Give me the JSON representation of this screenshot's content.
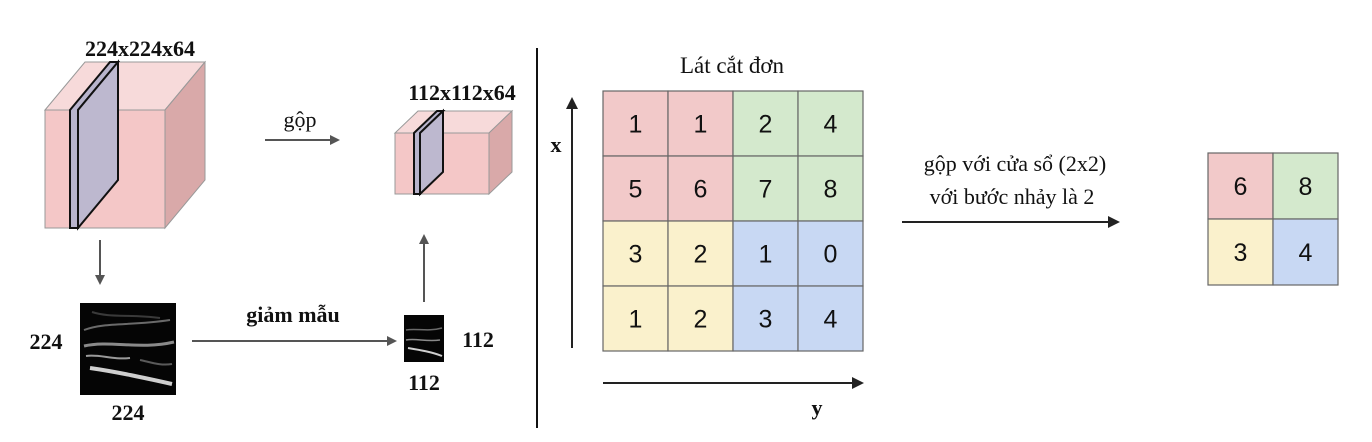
{
  "left_panel": {
    "input_volume_label": "224x224x64",
    "pool_label": "gộp",
    "output_volume_label": "112x112x64",
    "downsample_label": "giảm mẫu",
    "input_slice": {
      "height_label": "224",
      "width_label": "224"
    },
    "output_slice": {
      "height_label": "112",
      "width_label": "112"
    }
  },
  "right_panel": {
    "single_slice_title": "Lát cắt đơn",
    "x_axis_label": "x",
    "y_axis_label": "y",
    "input_matrix": [
      [
        "1",
        "1",
        "2",
        "4"
      ],
      [
        "5",
        "6",
        "7",
        "8"
      ],
      [
        "3",
        "2",
        "1",
        "0"
      ],
      [
        "1",
        "2",
        "3",
        "4"
      ]
    ],
    "pooling_caption_line1": "gộp với cửa sổ (2x2)",
    "pooling_caption_line2": "với bước nhảy là 2",
    "output_matrix": [
      [
        "6",
        "8"
      ],
      [
        "3",
        "4"
      ]
    ]
  },
  "colors": {
    "red_quadrant": "#f2c9c9",
    "green_quadrant": "#d4e9cd",
    "yellow_quadrant": "#faf1cc",
    "blue_quadrant": "#c8d8f3",
    "cube_front": "#f4c7c7",
    "cube_top": "#f7dada",
    "cube_side": "#d9a9a9",
    "slice_fill": "#b8b4cc"
  }
}
